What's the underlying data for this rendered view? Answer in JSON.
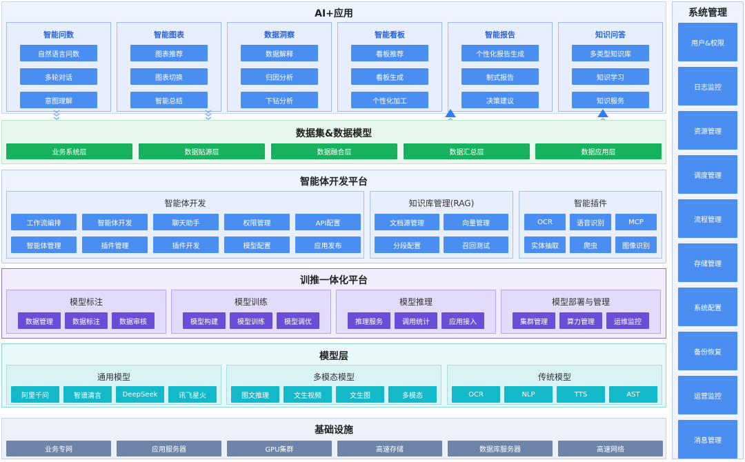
{
  "ai_layer": {
    "title": "AI+应用",
    "groups": [
      {
        "title": "智能问数",
        "items": [
          "自然语言问数",
          "多轮对话",
          "意图理解"
        ]
      },
      {
        "title": "智能图表",
        "items": [
          "图表推荐",
          "图表切换",
          "智能总结"
        ]
      },
      {
        "title": "数据洞察",
        "items": [
          "数据解释",
          "归因分析",
          "下钻分析"
        ]
      },
      {
        "title": "智能看板",
        "items": [
          "看板推荐",
          "看板生成",
          "个性化加工"
        ]
      },
      {
        "title": "智能报告",
        "items": [
          "个性化报告生成",
          "制式报告",
          "决策建议"
        ]
      },
      {
        "title": "知识问答",
        "items": [
          "多类型知识库",
          "知识学习",
          "知识服务"
        ]
      }
    ]
  },
  "data_layer": {
    "title": "数据集&数据模型",
    "items": [
      "业务系统层",
      "数据贴源层",
      "数据融合层",
      "数据汇总层",
      "数据应用层"
    ]
  },
  "agent_layer": {
    "title": "智能体开发平台",
    "groups": [
      {
        "title": "智能体开发",
        "items": [
          "工作流编排",
          "智能体开发",
          "聊天助手",
          "权限管理",
          "API配置",
          "智能体管理",
          "插件管理",
          "插件开发",
          "模型配置",
          "应用发布"
        ]
      },
      {
        "title": "知识库管理(RAG)",
        "items": [
          "文档源管理",
          "向量管理",
          "分段配置",
          "召回测试"
        ]
      },
      {
        "title": "智能插件",
        "items": [
          "OCR",
          "语音识别",
          "MCP",
          "实体抽取",
          "爬虫",
          "图像识别"
        ]
      }
    ]
  },
  "train_layer": {
    "title": "训推一体化平台",
    "groups": [
      {
        "title": "模型标注",
        "items": [
          "数据管理",
          "数据标注",
          "数据审核"
        ]
      },
      {
        "title": "模型训练",
        "items": [
          "模型构建",
          "模型训练",
          "模型调优"
        ]
      },
      {
        "title": "模型推理",
        "items": [
          "推理服务",
          "调用统计",
          "应用接入"
        ]
      },
      {
        "title": "模型部署与管理",
        "items": [
          "集群管理",
          "算力管理",
          "运维监控"
        ]
      }
    ]
  },
  "model_layer": {
    "title": "模型层",
    "groups": [
      {
        "title": "通用模型",
        "items": [
          "阿里千问",
          "智谱清言",
          "DeepSeek",
          "讯飞星火"
        ]
      },
      {
        "title": "多模态模型",
        "items": [
          "图文推理",
          "文生视频",
          "文生图",
          "多模态"
        ]
      },
      {
        "title": "传统模型",
        "items": [
          "OCR",
          "NLP",
          "TTS",
          "AST"
        ]
      }
    ]
  },
  "infra_layer": {
    "title": "基础设施",
    "items": [
      "业务专网",
      "应用服务器",
      "GPU集群",
      "高速存储",
      "数据库服务器",
      "高速网络"
    ]
  },
  "sidebar": {
    "title": "系统管理",
    "items": [
      "用户&权限",
      "日志监控",
      "资源管理",
      "调度管理",
      "流程管理",
      "存储管理",
      "系统配置",
      "备份恢复",
      "运营监控",
      "消息管理"
    ]
  },
  "colors": {
    "primary_blue": "#4a8ef2",
    "data_green": "#17b25e",
    "train_purple": "#6b4ed8",
    "model_cyan": "#13b8c9",
    "infra_slate": "#6d84a8",
    "arrow_blue": "#2f7df0"
  }
}
